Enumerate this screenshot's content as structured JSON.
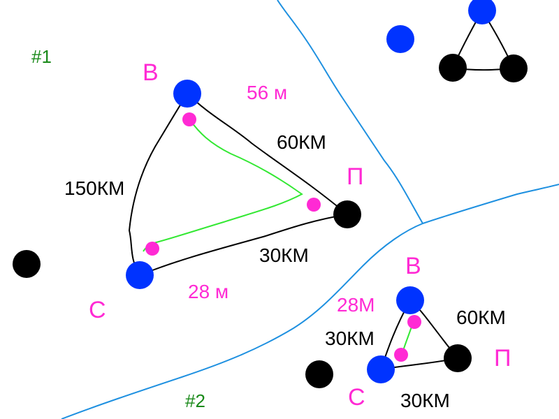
{
  "zones": {
    "z1": "#1",
    "z2": "#2"
  },
  "triangle1": {
    "v_label": "В",
    "p_label": "П",
    "c_label": "С",
    "edge_vp": "60КМ",
    "edge_vc": "150КМ",
    "edge_cp": "30КМ",
    "dist_top": "56 м",
    "dist_bottom": "28 м"
  },
  "triangle2": {
    "v_label": "В",
    "p_label": "П",
    "c_label": "С",
    "edge_vp": "60КМ",
    "edge_vc": "30КМ",
    "edge_cp": "30КМ",
    "dist": "28М"
  },
  "colors": {
    "river": "#1e90e0",
    "blue_node": "#0033ff",
    "black_node": "#000000",
    "magenta": "#ff2ad4",
    "green_path": "#33e833",
    "label_green": "#1a8a1a"
  }
}
